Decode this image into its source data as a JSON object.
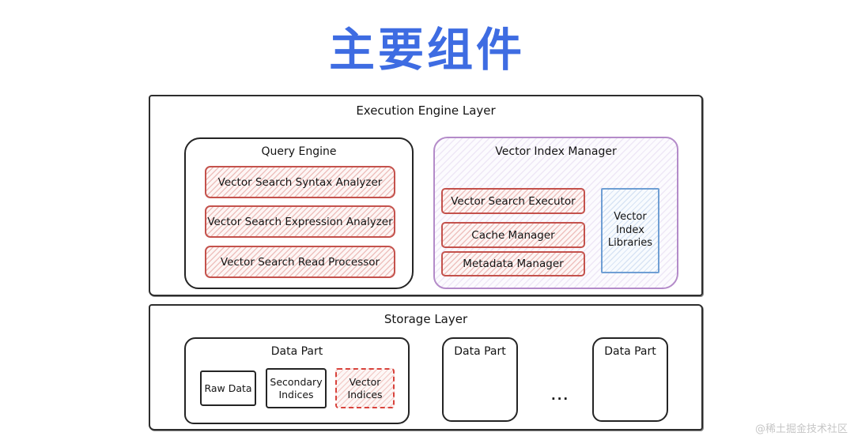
{
  "title": "主要组件",
  "colors": {
    "title_blue": "#3e6ce2",
    "sketch_black": "#2d2d2d",
    "red_border": "#c4524c",
    "red_dashed": "#d8433c",
    "purple_border": "#b48bc9",
    "blue_border": "#6f9fd4",
    "watermark_gray": "#c6c6c6"
  },
  "execution_layer": {
    "label": "Execution Engine Layer",
    "query_engine": {
      "label": "Query Engine",
      "items": [
        "Vector Search Syntax Analyzer",
        "Vector Search Expression Analyzer",
        "Vector Search Read Processor"
      ]
    },
    "vector_index_manager": {
      "label": "Vector Index Manager",
      "items": [
        "Vector Search Executor",
        "Cache Manager",
        "Metadata Manager"
      ],
      "side_box": "Vector Index Libraries"
    }
  },
  "storage_layer": {
    "label": "Storage Layer",
    "ellipsis": "...",
    "data_parts": [
      {
        "label": "Data Part",
        "items": [
          {
            "label": "Raw Data",
            "style": "solid"
          },
          {
            "label": "Secondary Indices",
            "style": "solid"
          },
          {
            "label": "Vector Indices",
            "style": "dashed-red"
          }
        ]
      },
      {
        "label": "Data Part",
        "items": []
      },
      {
        "label": "Data Part",
        "items": []
      }
    ]
  },
  "watermark": "@稀土掘金技术社区"
}
